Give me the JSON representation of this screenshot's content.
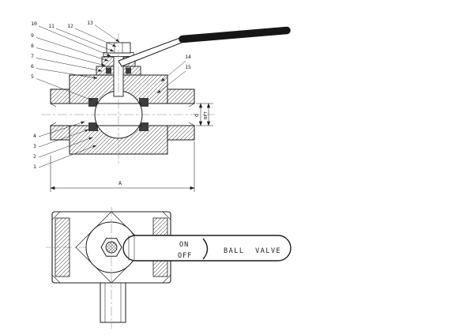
{
  "page": {
    "background": "#ffffff",
    "line_color": "#1c1c1c"
  },
  "callouts": {
    "items": [
      "1",
      "2",
      "3",
      "4",
      "5",
      "6",
      "7",
      "8",
      "9",
      "10",
      "11",
      "12",
      "13",
      "14",
      "15"
    ]
  },
  "dimensions": {
    "overall_length": "A",
    "bore_diameter": "d",
    "thread": "NPT"
  },
  "handle": {
    "on_label": "ON",
    "off_label": "OFF",
    "valve_label": "BALL VALVE"
  }
}
